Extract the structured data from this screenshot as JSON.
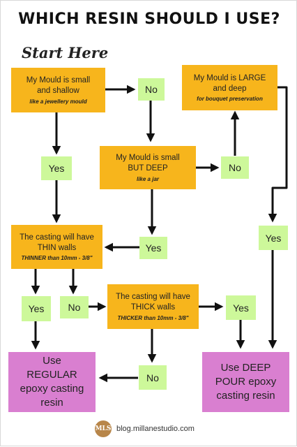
{
  "title": "WHICH RESIN SHOULD I USE?",
  "start_label": "Start Here",
  "boxes": {
    "small_shallow": {
      "text": "My Mould is small and shallow",
      "note": "like a jewellery mould"
    },
    "large_deep": {
      "text": "My Mould is LARGE and deep",
      "note": "for bouquet preservation"
    },
    "small_deep": {
      "text": "My Mould is small BUT DEEP",
      "note": "like a jar"
    },
    "thin_walls": {
      "text": "The casting will have THIN walls",
      "note": "THINNER than 10mm - 3/8\""
    },
    "thick_walls": {
      "text": "The casting will have THICK walls",
      "note": "THICKER than 10mm - 3/8\""
    }
  },
  "answers": {
    "no_1": "No",
    "yes_1": "Yes",
    "no_2": "No",
    "yes_2": "Yes",
    "yes_3": "Yes",
    "yes_thin": "Yes",
    "no_thin": "No",
    "yes_thick": "Yes",
    "no_thick": "No"
  },
  "results": {
    "regular": "Use REGULAR epoxy casting resin",
    "deep_pour": "Use DEEP POUR epoxy casting resin"
  },
  "footer": {
    "logo": "MLS",
    "url": "blog.millanestudio.com"
  },
  "colors": {
    "decision": "#f7b51c",
    "answer": "#cdf89a",
    "result": "#d97fd0",
    "arrow": "#111111"
  }
}
